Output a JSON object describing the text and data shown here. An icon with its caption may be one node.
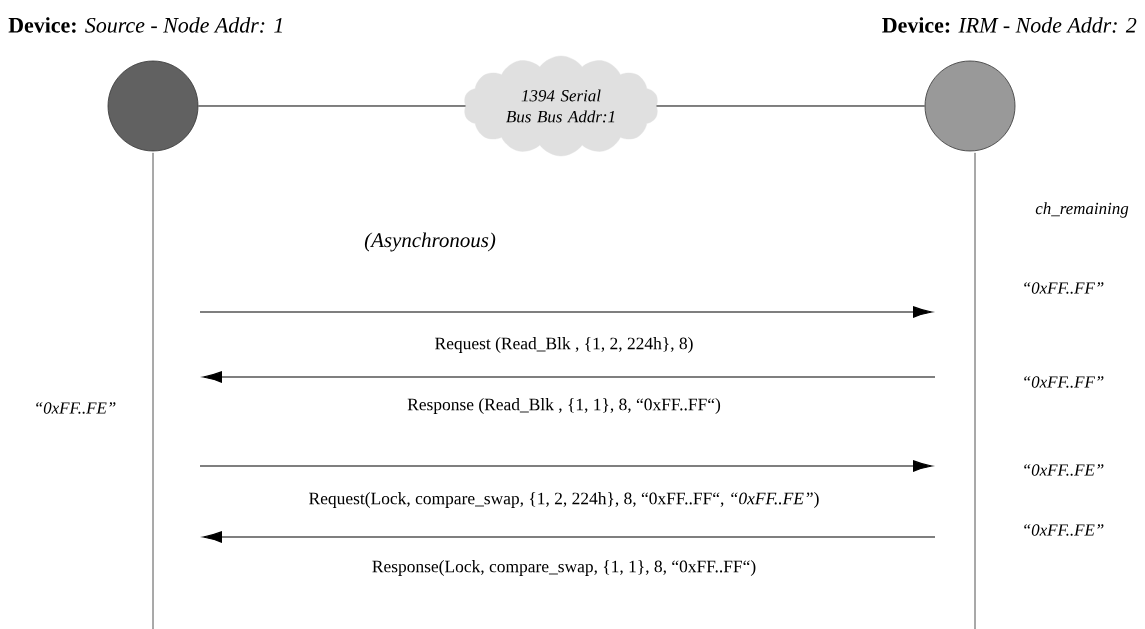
{
  "diagram": {
    "nodes": [
      {
        "text": [
          "**Device:** *Source - Node Addr: 1*"
        ]
      },
      {
        "text": [
          "1394 Serial Bus Bus Addr:1"
        ]
      },
      {
        "text": [
          "**Device:** *IRM - Node Addr: 2*"
        ]
      },
      {
        "text": [],
        "shape": "bar"
      },
      {
        "text": [],
        "shape": "bar"
      }
    ],
    "edges": [
      {
        "from": 0,
        "to": 1,
        "arrow": "none"
      },
      {
        "from": 1,
        "to": 2,
        "arrow": "none"
      },
      {
        "from": 3,
        "to": 4,
        "arrow": "to",
        "label": "Request (Read_Blk , {1, 2, 224h}, 8)"
      },
      {
        "from": 4,
        "to": 3,
        "arrow": "to",
        "label": "Response (Read_Blk , {1, 1}, 8, “0xFF..FF“)"
      },
      {
        "from": 3,
        "to": 4,
        "arrow": "to",
        "label": "Request(Lock, compare_swap, {1, 2, 224h}, 8, “0xFF..FF“, *“0xFF..FE”*)"
      },
      {
        "from": 4,
        "to": 3,
        "arrow": "to",
        "label": "Response(Lock, compare_swap, {1, 1}, 8, “0xFF..FF“)"
      }
    ],
    "labels": [
      "ch_remaining",
      "(Asynchronous)",
      "“0xFF..FF”",
      "“0xFF..FF”",
      "“0xFF..FE”",
      "“0xFF..FE”",
      "“0xFF..FE”"
    ]
  }
}
